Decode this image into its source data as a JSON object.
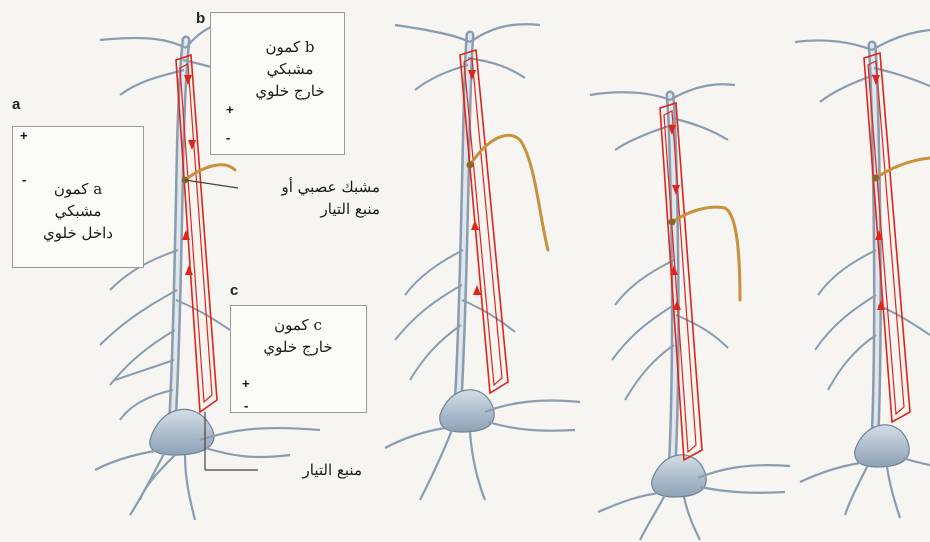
{
  "panels": {
    "a": {
      "letter": "a",
      "text_lines": [
        "a كمون",
        "مشبكي",
        "داخل خلوي"
      ],
      "plus": "+",
      "minus": "-"
    },
    "b": {
      "letter": "b",
      "text_lines": [
        "b كمون",
        "مشبكي",
        "خارج خلوي"
      ],
      "plus": "+",
      "minus": "-"
    },
    "c": {
      "letter": "c",
      "text_lines": [
        "c كمون",
        "خارج خلوي"
      ],
      "plus": "+",
      "minus": "-"
    }
  },
  "callouts": {
    "synapse_source": [
      "مشبك عصبي أو",
      "منبع التيار"
    ],
    "current_source": "منبع التيار"
  },
  "colors": {
    "neuron_fill": "#b9c8d6",
    "neuron_stroke": "#6f8296",
    "current_loop": "#e2231a",
    "axon": "#c8913a",
    "background": "#f6f5f1"
  },
  "neurons_count": 4
}
